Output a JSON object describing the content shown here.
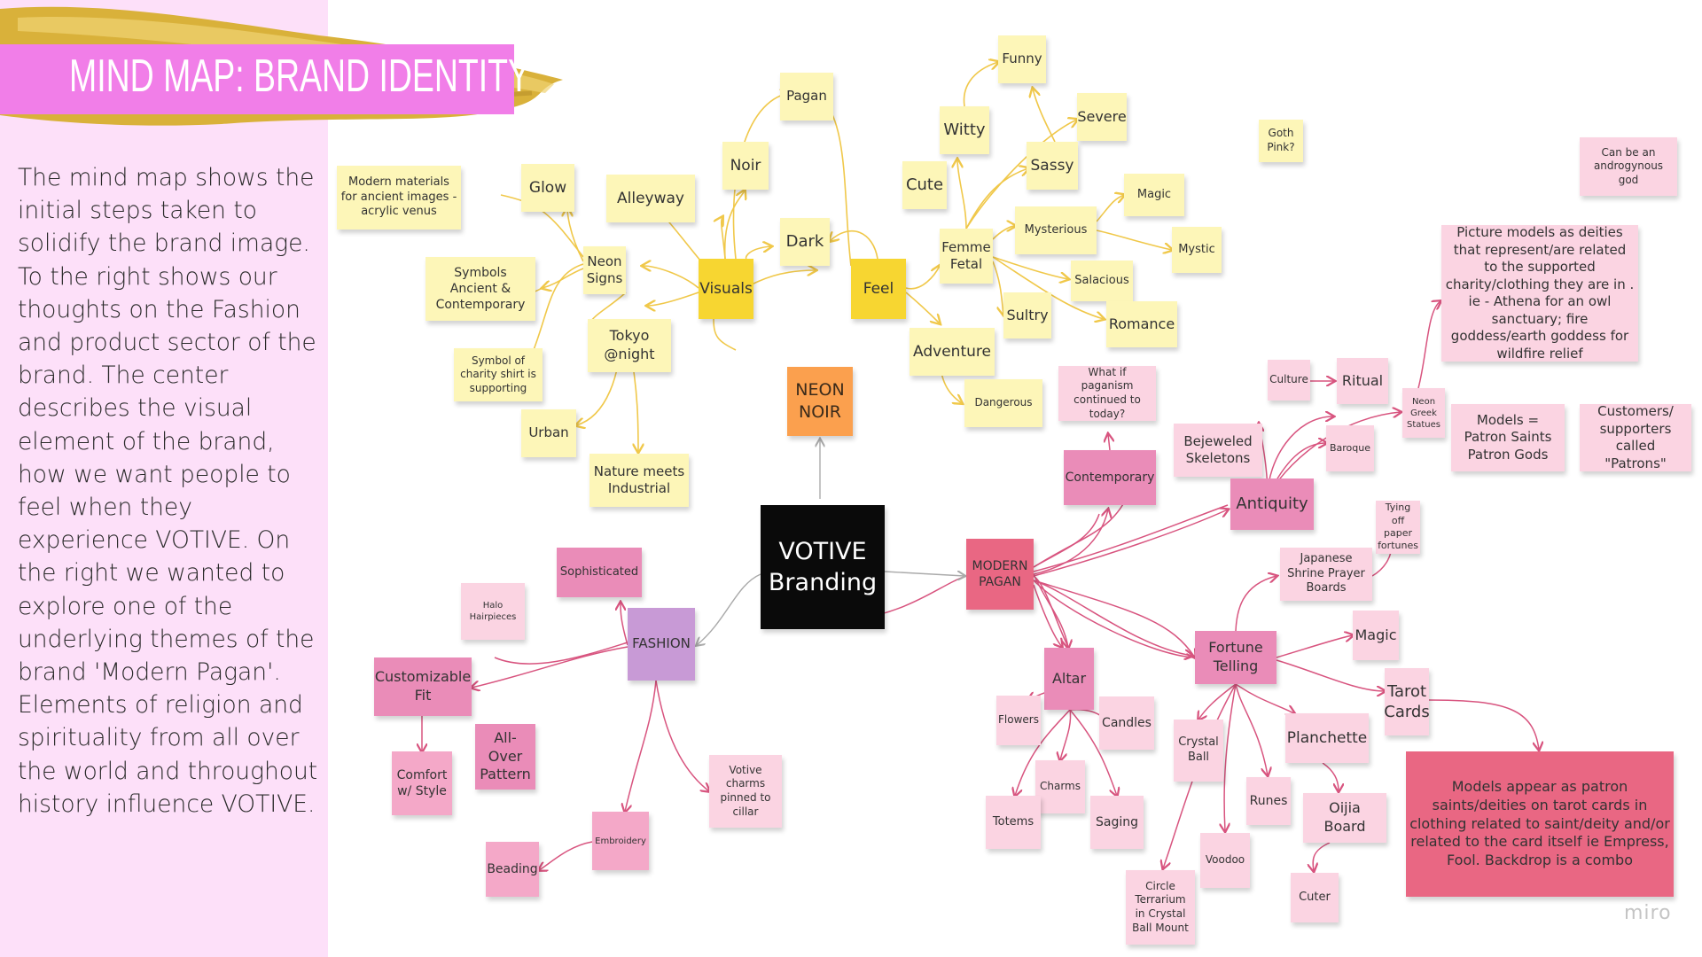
{
  "title": "MIND MAP: BRAND IDENTITY",
  "description": "The mind map shows the initial steps taken to solidify the brand image. To the right shows our thoughts on the Fashion and product sector of the brand. The center describes the visual element of the brand, how we want people to feel when they experience VOTIVE. On the right we wanted to explore one of the underlying themes of the brand 'Modern Pagan'.  Elements of religion and spirituality from all over the world and throughout history influence VOTIVE.",
  "watermark": "miro",
  "colors": {
    "sidebar": "#fde0f9",
    "title_banner": "#f17ee8",
    "gold": "#d9b13a",
    "yellow_line": "#f0c84a",
    "pink_line": "#d8547f"
  },
  "notes": {
    "modern_materials": "Modern materials for ancient images - acrylic venus",
    "glow": "Glow",
    "alleyway": "Alleyway",
    "noir": "Noir",
    "pagan": "Pagan",
    "funny": "Funny",
    "witty": "Witty",
    "severe": "Severe",
    "cute": "Cute",
    "sassy": "Sassy",
    "goth_pink": "Goth Pink?",
    "can_be_androgynous": "Can be an androgynous god",
    "symbols": "Symbols Ancient & Contemporary",
    "neon_signs": "Neon Signs",
    "visuals": "Visuals",
    "dark": "Dark",
    "feel": "Feel",
    "femme_fetal": "Femme Fetal",
    "mysterious": "Mysterious",
    "magic_yellow": "Magic",
    "mystic": "Mystic",
    "salacious": "Salacious",
    "sultry": "Sultry",
    "romance": "Romance",
    "picture_models": "Picture models as deities that represent/are related to the supported charity/clothing they are in . ie - Athena for an owl sanctuary; fire goddess/earth goddess for wildfire relief",
    "symbol_charity": "Symbol of charity shirt is supporting",
    "tokyo": "Tokyo @night",
    "adventure": "Adventure",
    "dangerous": "Dangerous",
    "what_if_paganism": "What if paganism continued to today?",
    "culture": "Culture",
    "ritual": "Ritual",
    "neon_greek": "Neon Greek Statues",
    "neon_noir": "NEON NOIR",
    "bejeweled": "Bejeweled Skeletons",
    "baroque": "Baroque",
    "models_patron": "Models = Patron Saints Patron Gods",
    "customers": "Customers/ supporters called \"Patrons\"",
    "urban": "Urban",
    "nature_industrial": "Nature meets Industrial",
    "contemporary": "Contemporary",
    "antiquity": "Antiquity",
    "tying_off": "Tying off paper fortunes",
    "votive_branding": "VOTIVE Branding",
    "modern_pagan": "MODERN PAGAN",
    "sophisticated": "Sophisticated",
    "japanese_shrine": "Japanese Shrine Prayer Boards",
    "halo": "Halo Hairpieces",
    "fashion": "FASHION",
    "fortune_telling": "Fortune Telling",
    "magic_pink": "Magic",
    "altar": "Altar",
    "customizable": "Customizable Fit",
    "tarot": "Tarot Cards",
    "flowers": "Flowers",
    "candles": "Candles",
    "all_over": "All-Over Pattern",
    "votive_charms": "Votive charms pinned to cillar",
    "crystal_ball": "Crystal Ball",
    "planchette": "Planchette",
    "comfort": "Comfort w/ Style",
    "models_tarot": "Models appear as patron saints/deities on tarot cards in clothing related to saint/deity and/or related to the card itself ie Empress, Fool. Backdrop is a combo",
    "charms": "Charms",
    "runes": "Runes",
    "embroidery": "Embroidery",
    "totems": "Totems",
    "saging": "Saging",
    "ouija": "Oijia Board",
    "beading": "Beading",
    "voodoo": "Voodoo",
    "circle_terrarium": "Circle Terrarium in Crystal Ball Mount",
    "cuter": "Cuter"
  }
}
